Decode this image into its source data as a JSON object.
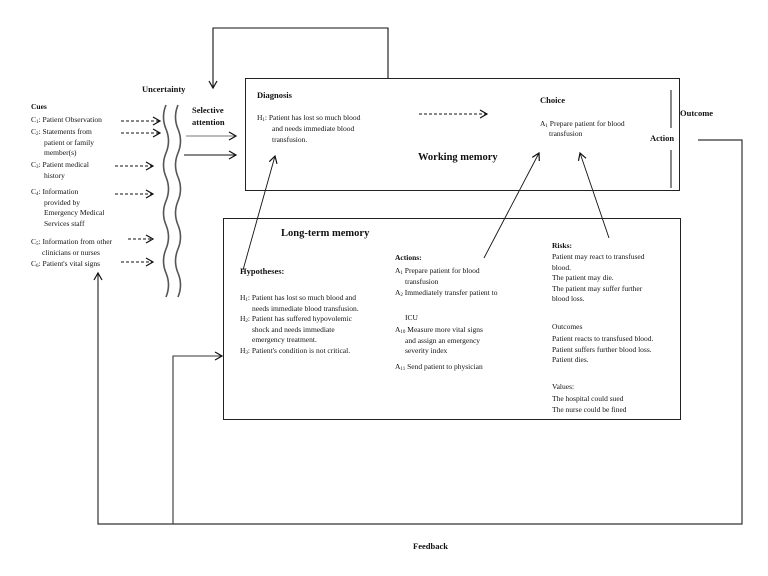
{
  "labels": {
    "uncertainty": "Uncertainty",
    "selective_attention_1": "Selective",
    "selective_attention_2": "attention",
    "outcome": "Outcome",
    "action": "Action",
    "feedback": "Feedback"
  },
  "cues": {
    "title": "Cues",
    "items": [
      {
        "id": "C1",
        "lines": [
          ": Patient Observation"
        ]
      },
      {
        "id": "C2",
        "lines": [
          ": Statements from",
          "patient or family",
          "member(s)"
        ]
      },
      {
        "id": "C3",
        "lines": [
          ": Patient medical",
          "history"
        ]
      },
      {
        "id": "C4",
        "lines": [
          ": Information",
          "provided by",
          "Emergency Medical",
          "Services staff"
        ]
      },
      {
        "id": "C5",
        "lines": [
          ": Information from other",
          "clinicians or nurses"
        ]
      },
      {
        "id": "C6",
        "lines": [
          ": Patient's vital signs"
        ]
      }
    ]
  },
  "working_memory": {
    "title": "Working memory",
    "diagnosis": {
      "title": "Diagnosis",
      "id": "H1",
      "lines": [
        ": Patient has lost so much blood",
        "and needs immediate blood",
        "transfusion."
      ]
    },
    "choice": {
      "title": "Choice",
      "id": "A1",
      "lines": [
        "Prepare patient for blood",
        "transfusion"
      ]
    }
  },
  "long_term_memory": {
    "title": "Long-term memory",
    "hypotheses": {
      "title": "Hypotheses:",
      "items": [
        {
          "id": "H1",
          "lines": [
            ": Patient has lost so much blood and",
            "needs immediate blood transfusion."
          ]
        },
        {
          "id": "H2",
          "lines": [
            ": Patient has suffered hypovolemic",
            "shock and needs immediate",
            "emergency treatment."
          ]
        },
        {
          "id": "H3",
          "lines": [
            ": Patient's condition is not critical."
          ]
        }
      ]
    },
    "actions": {
      "title": "Actions:",
      "items": [
        {
          "id": "A1",
          "lines": [
            "Prepare patient for blood",
            "transfusion"
          ]
        },
        {
          "id": "A2",
          "lines": [
            "Immediately transfer patient to",
            "",
            "ICU"
          ]
        },
        {
          "id": "A10",
          "lines": [
            "Measure more vital signs",
            "and assign an emergency",
            "severity index"
          ]
        },
        {
          "id": "A11",
          "lines": [
            "Send patient to physician"
          ]
        }
      ]
    },
    "risks": {
      "title": "Risks:",
      "lines": [
        "Patient may react to transfused",
        "blood.",
        "The patient may die.",
        "The patient may suffer further",
        "blood loss."
      ]
    },
    "outcomes": {
      "title": "Outcomes",
      "lines": [
        "Patient reacts to transfused blood.",
        "Patient suffers further blood loss.",
        "Patient dies."
      ]
    },
    "values": {
      "title": "Values:",
      "lines": [
        "The hospital could sued",
        "The nurse could be fined"
      ]
    }
  }
}
